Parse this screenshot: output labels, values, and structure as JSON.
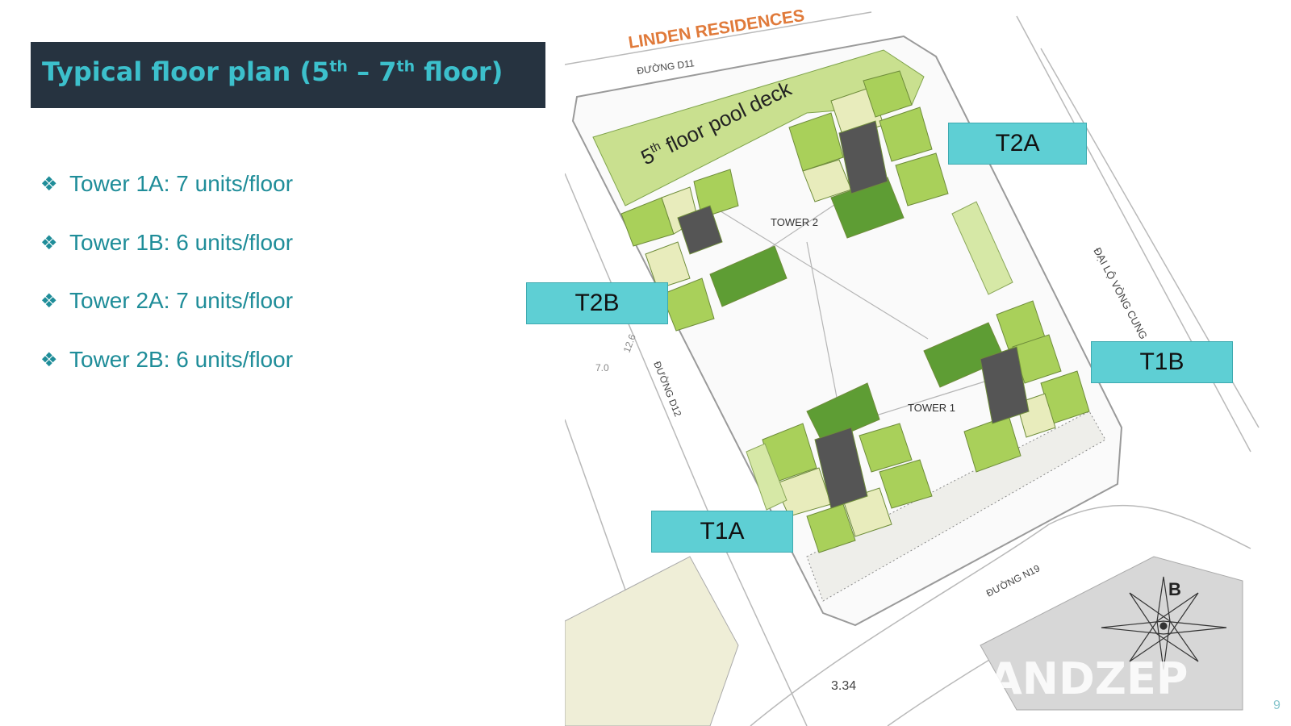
{
  "title": {
    "prefix": "Typical floor plan (5",
    "sup1": "th",
    "middle": " – 7",
    "sup2": "th",
    "suffix": " floor)"
  },
  "bullets": [
    {
      "mark": "❖",
      "text": "Tower 1A: 7 units/floor"
    },
    {
      "mark": "❖",
      "text": "Tower 1B: 6 units/floor"
    },
    {
      "mark": "❖",
      "text": "Tower 2A: 7 units/floor"
    },
    {
      "mark": "❖",
      "text": "Tower 2B: 6 units/floor"
    }
  ],
  "plan": {
    "linden": "LINDEN RESIDENCES",
    "road_d11": "ĐƯỜNG D11",
    "road_d12": "ĐƯỜNG D12",
    "road_n19": "ĐƯỜNG N19",
    "road_vong_cung": "ĐẠI LỘ VÒNG CUNG",
    "pool_deck_prefix": "5",
    "pool_deck_sup": "th",
    "pool_deck_suffix": " floor pool deck",
    "tower_2": "TOWER 2",
    "tower_1": "TOWER 1",
    "dim_1": "3.34",
    "dim_2": "12.6",
    "dim_3": "7.0",
    "compass": "B",
    "watermark": "ANDZEP"
  },
  "tags": {
    "t2a": "T2A",
    "t2b": "T2B",
    "t1b": "T1B",
    "t1a": "T1A"
  },
  "page_number": "9",
  "colors": {
    "title_bg": "#263340",
    "title_text": "#3cc0cc",
    "bullet_text": "#1f8d99",
    "tag_bg": "#5ecfd4",
    "green": "#a9d05a",
    "dark_green": "#5e9d34",
    "light_green": "#d6e8a6"
  }
}
